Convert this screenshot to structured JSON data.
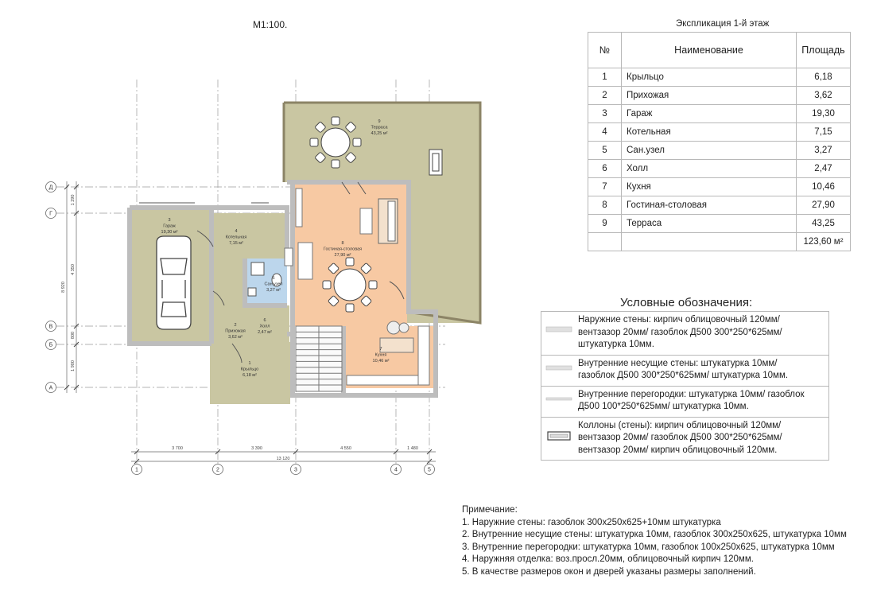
{
  "scale_label": "М1:100.",
  "explication": {
    "title": "Экспликация 1-й этаж",
    "headers": {
      "num": "№",
      "name": "Наименование",
      "area": "Площадь"
    },
    "rows": [
      {
        "num": "1",
        "name": "Крыльцо",
        "area": "6,18"
      },
      {
        "num": "2",
        "name": "Прихожая",
        "area": "3,62"
      },
      {
        "num": "3",
        "name": "Гараж",
        "area": "19,30"
      },
      {
        "num": "4",
        "name": "Котельная",
        "area": "7,15"
      },
      {
        "num": "5",
        "name": "Сан.узел",
        "area": "3,27"
      },
      {
        "num": "6",
        "name": "Холл",
        "area": "2,47"
      },
      {
        "num": "7",
        "name": "Кухня",
        "area": "10,46"
      },
      {
        "num": "8",
        "name": "Гостиная-столовая",
        "area": "27,90"
      },
      {
        "num": "9",
        "name": "Терраса",
        "area": "43,25"
      }
    ],
    "total": "123,60 м²"
  },
  "legend": {
    "title": "Условные обозначения:",
    "items": [
      {
        "lines": [
          "Наружние стены: кирпич облицовочный 120мм/",
          "вентзазор 20мм/ газоблок Д500 300*250*625мм/",
          "штукатурка 10мм."
        ]
      },
      {
        "lines": [
          "Внутренние несущие стены: штукатурка 10мм/",
          "газоблок Д500 300*250*625мм/ штукатурка 10мм."
        ]
      },
      {
        "lines": [
          "Внутренние перегородки: штукатурка 10мм/ газоблок",
          "Д500 100*250*625мм/ штукатурка 10мм."
        ]
      },
      {
        "lines": [
          "Коллоны (стены): кирпич облицовочный 120мм/",
          "вентзазор 20мм/ газоблок Д500 300*250*625мм/",
          "вентзазор 20мм/ кирпич облицовочный 120мм."
        ]
      }
    ]
  },
  "notes": {
    "title": "Примечание:",
    "lines": [
      "1. Наружние стены: газоблок 300х250х625+10мм штукатурка",
      "2. Внутренние несущие стены: штукатурка 10мм, газоблок 300х250х625, штукатурка 10мм",
      "3. Внутренние перегородки: штукатурка 10мм, газоблок 100х250х625, штукатурка 10мм",
      "4. Наружняя отделка: воз.просл.20мм, облицовочный кирпич 120мм.",
      "5. В качестве размеров окон и дверей указаны размеры заполнений."
    ]
  },
  "plan": {
    "axes_x": [
      "1",
      "2",
      "3",
      "4",
      "5"
    ],
    "axes_y": [
      "Д",
      "Г",
      "В",
      "Б",
      "А"
    ],
    "dims_bottom": [
      "3 700",
      "3 390",
      "4 550",
      "1 480"
    ],
    "dim_total": "13 120",
    "dims_left": [
      "1 290",
      "4 350",
      "800",
      "1 900"
    ],
    "dim_left_total": "8 920",
    "rooms": [
      {
        "num": "1",
        "name": "Крыльцо",
        "area": "6,18 м²"
      },
      {
        "num": "2",
        "name": "Прихожая",
        "area": "3,62 м²"
      },
      {
        "num": "3",
        "name": "Гараж",
        "area": "19,30 м²"
      },
      {
        "num": "4",
        "name": "Котельная",
        "area": "7,15 м²"
      },
      {
        "num": "5",
        "name": "Сан.узел",
        "area": "3,27 м²"
      },
      {
        "num": "6",
        "name": "Холл",
        "area": "2,47 м²"
      },
      {
        "num": "7",
        "name": "Кухня",
        "area": "10,46 м²"
      },
      {
        "num": "8",
        "name": "Гостиная-столовая",
        "area": "27,90 м²"
      },
      {
        "num": "9",
        "name": "Терраса",
        "area": "43,25 м²"
      }
    ],
    "colors": {
      "olive": "#c9c6a2",
      "living": "#f7c9a3",
      "bath": "#bcd6ec",
      "wall": "#d4d4d4",
      "axis": "#9a9a9a"
    }
  }
}
